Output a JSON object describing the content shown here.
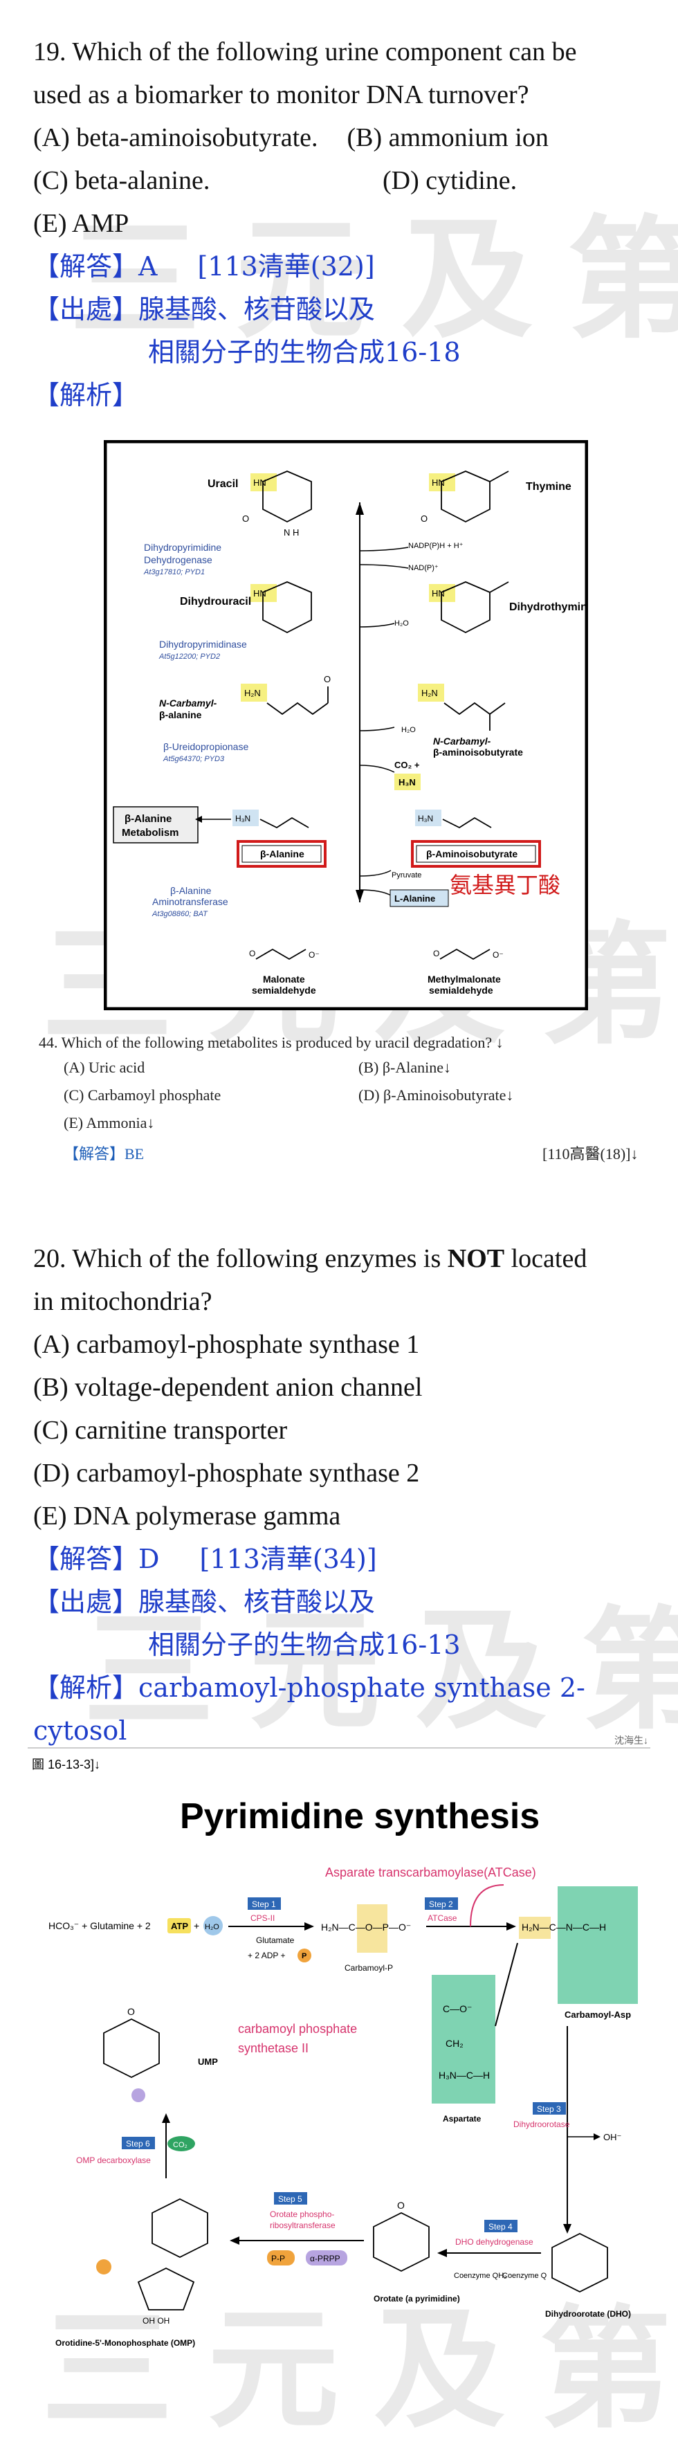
{
  "watermark": "三元及第",
  "q19": {
    "question_line1": "19. Which of the following urine component can be",
    "question_line2": "used as a biomarker to monitor DNA turnover?",
    "opt_a": "(A) beta-aminoisobutyrate.",
    "opt_b": "(B) ammonium ion",
    "opt_c": "(C) beta-alanine.",
    "opt_d": "(D) cytidine.",
    "opt_e": "(E) AMP",
    "answer_label": "【解答】A",
    "answer_source": "[113清華(32)]",
    "chapter_label": "【出處】腺基酸、核苷酸以及",
    "chapter_line2": "相關分子的生物合成16-18",
    "analysis_label": "【解析】"
  },
  "fig1": {
    "uracil": "Uracil",
    "thymine": "Thymine",
    "enz1_l1": "Dihydropyrimidine",
    "enz1_l2": "Dehydrogenase",
    "enz1_l3": "At3g17810; PYD1",
    "nadph": "NADP(P)H + H⁺",
    "nadp": "NAD(P)⁺",
    "dihydrouracil": "Dihydrouracil",
    "dihydrothymine": "Dihydrothymine",
    "enz2_l1": "Dihydropyrimidinase",
    "enz2_l2": "At5g12200; PYD2",
    "h2o": "H₂O",
    "ncb_l1": "N-Carbamyl-",
    "ncb_l2": "β-alanine",
    "ncbi_l1": "N-Carbamyl-",
    "ncbi_l2": "β-aminoisobutyrate",
    "enz3_l1": "β-Ureidopropionase",
    "enz3_l2": "At5g64370; PYD3",
    "co2": "CO₂ +",
    "metab_l1": "β-Alanine",
    "metab_l2": "Metabolism",
    "beta_alanine": "β-Alanine",
    "beta_aib": "β-Aminoisobutyrate",
    "enz4_l1": "β-Alanine",
    "enz4_l2": "Aminotransferase",
    "enz4_l3": "At3g08860; BAT",
    "pyruvate": "Pyruvate",
    "l_alanine": "L-Alanine",
    "malonate_l1": "Malonate",
    "malonate_l2": "semialdehyde",
    "methylmal_l1": "Methylmalonate",
    "methylmal_l2": "semialdehyde",
    "chinese_note": "氨基異丁酸"
  },
  "old_q44": {
    "question": "44. Which of the following metabolites is produced by uracil degradation? ↓",
    "opt_a": "(A) Uric acid",
    "opt_b": "(B) β-Alanine↓",
    "opt_c": "(C) Carbamoyl phosphate",
    "opt_d": "(D) β-Aminoisobutyrate↓",
    "opt_e": "(E) Ammonia↓",
    "answer": "【解答】BE",
    "source": "[110高醫(18)]↓"
  },
  "q20": {
    "question_line1_pre": "20. Which of the following enzymes is",
    "question_line1_bold": "NOT",
    "question_line1_post": "located",
    "question_line2": "in mitochondria?",
    "opt_a": "(A) carbamoyl-phosphate synthase 1",
    "opt_b": "(B) voltage-dependent anion channel",
    "opt_c": "(C) carnitine transporter",
    "opt_d": "(D) carbamoyl-phosphate synthase 2",
    "opt_e": "(E) DNA polymerase gamma",
    "answer_label": "【解答】D",
    "answer_source": "[113清華(34)]",
    "chapter_label": "【出處】腺基酸、核苷酸以及",
    "chapter_line2": "相關分子的生物合成16-13",
    "analysis_label": "【解析】",
    "analysis_text": "carbamoyl-phosphate synthase 2-cytosol"
  },
  "fig2": {
    "header_right": "沈海生↓",
    "fig_label": "圖 16-13-3]↓",
    "title": "Pyrimidine synthesis",
    "atcase": "Asparate transcarbamoylase(ATCase)",
    "reactants": "HCO₃⁻ + Glutamine + 2",
    "atp": "ATP",
    "h2o": "H₂O",
    "step1": "Step 1",
    "cpsii": "CPS-II",
    "glutamate": "Glutamate",
    "adp": "+ 2 ADP +",
    "p": "P",
    "carbamoyl_p": "Carbamoyl-P",
    "step2": "Step 2",
    "atcase_short": "ATCase",
    "carbamoyl_asp": "Carbamoyl-Asp",
    "cps2_l1": "carbamoyl phosphate",
    "cps2_l2": "synthetase II",
    "aspartate": "Aspartate",
    "step3": "Step 3",
    "dihydroorotase": "Dihydroorotase",
    "oh": "OH⁻",
    "ump": "UMP",
    "step6": "Step 6",
    "co2": "CO₂",
    "omp_decarb": "OMP decarboxylase",
    "step5": "Step 5",
    "oprt_l1": "Orotate phospho-",
    "oprt_l2": "ribosyltransferase",
    "ppi": "P-P",
    "prpp": "α-PRPP",
    "step4": "Step 4",
    "dhodh": "DHO dehydrogenase",
    "coq_red": "Coenzyme QH₂",
    "coq": "Coenzyme Q",
    "omp": "Orotidine-5'-Monophosphate (OMP)",
    "orotate": "Orotate (a pyrimidine)",
    "dho": "Dihydroorotate (DHO)",
    "oh2": "OH OH"
  }
}
